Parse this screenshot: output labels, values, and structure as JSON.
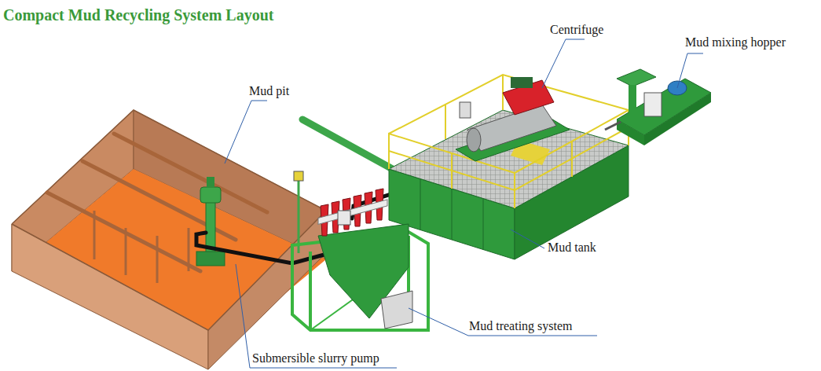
{
  "diagram": {
    "title": "Compact Mud Recycling System Layout",
    "labels": [
      "Centrifuge",
      "Mud mixing hopper",
      "Mud pit",
      "Mud tank",
      "Mud treating system",
      "Submersible slurry pump"
    ]
  }
}
